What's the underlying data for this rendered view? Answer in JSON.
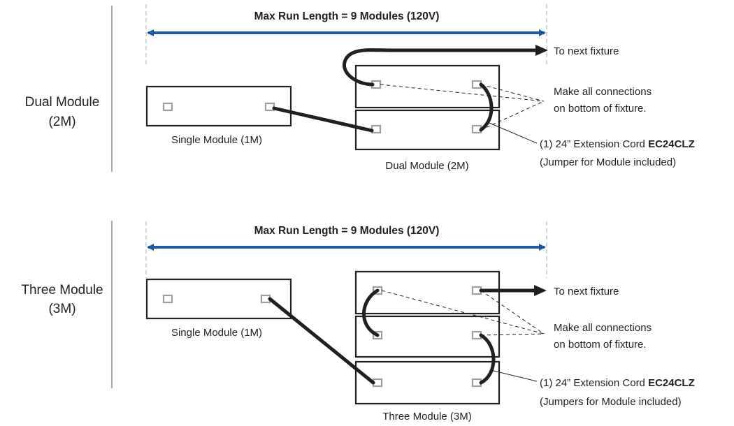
{
  "colors": {
    "run_arrow": "#1b5aa6",
    "ink": "#231f20",
    "port": "#9d9fa2",
    "divider": "#a7a9ac"
  },
  "sections": [
    {
      "side_label_line1": "Dual Module",
      "side_label_line2": "(2M)",
      "run_length_label": "Max Run Length =  9 Modules (120V)",
      "single_caption": "Single Module (1M)",
      "group_caption": "Dual Module (2M)",
      "next_fixture": "To next fixture",
      "connections_line1": "Make all connections",
      "connections_line2": "on bottom of fixture.",
      "cord_text": "(1) 24” Extension Cord ",
      "cord_code": "EC24CLZ",
      "jumper_note": "(Jumper for Module included)"
    },
    {
      "side_label_line1": "Three Module",
      "side_label_line2": "(3M)",
      "run_length_label": "Max Run Length = 9 Modules (120V)",
      "single_caption": "Single Module (1M)",
      "group_caption": "Three Module (3M)",
      "next_fixture": "To next fixture",
      "connections_line1": "Make all connections",
      "connections_line2": "on bottom of fixture.",
      "cord_text": "(1) 24” Extension Cord ",
      "cord_code": "EC24CLZ",
      "jumper_note": "(Jumpers for Module included)"
    }
  ]
}
